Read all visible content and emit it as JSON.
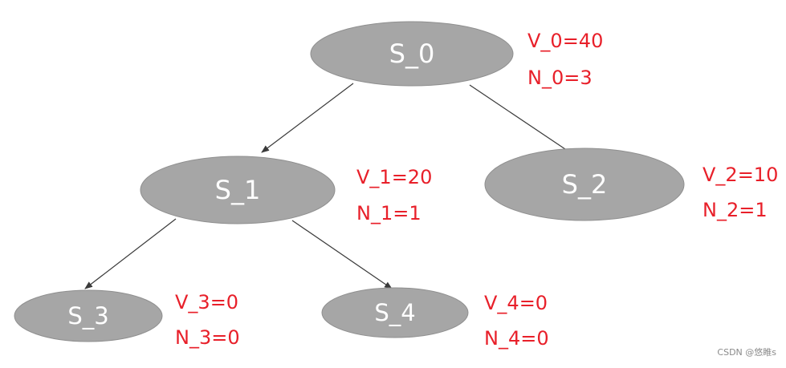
{
  "nodes": [
    {
      "id": "s0",
      "label": "S_0",
      "v": "V_0=40",
      "n": "N_0=3"
    },
    {
      "id": "s1",
      "label": "S_1",
      "v": "V_1=20",
      "n": "N_1=1"
    },
    {
      "id": "s2",
      "label": "S_2",
      "v": "V_2=10",
      "n": "N_2=1"
    },
    {
      "id": "s3",
      "label": "S_3",
      "v": "V_3=0",
      "n": "N_3=0"
    },
    {
      "id": "s4",
      "label": "S_4",
      "v": "V_4=0",
      "n": "N_4=0"
    }
  ],
  "edges": [
    {
      "from": "s0",
      "to": "s1"
    },
    {
      "from": "s0",
      "to": "s2"
    },
    {
      "from": "s1",
      "to": "s3"
    },
    {
      "from": "s1",
      "to": "s4"
    }
  ],
  "colors": {
    "node_fill": "#a6a6a6",
    "node_stroke": "#8f8f8f",
    "node_text": "#ffffff",
    "stat_text": "#e8202a",
    "edge": "#3a3a3a"
  },
  "watermark": "CSDN @悠睢s"
}
